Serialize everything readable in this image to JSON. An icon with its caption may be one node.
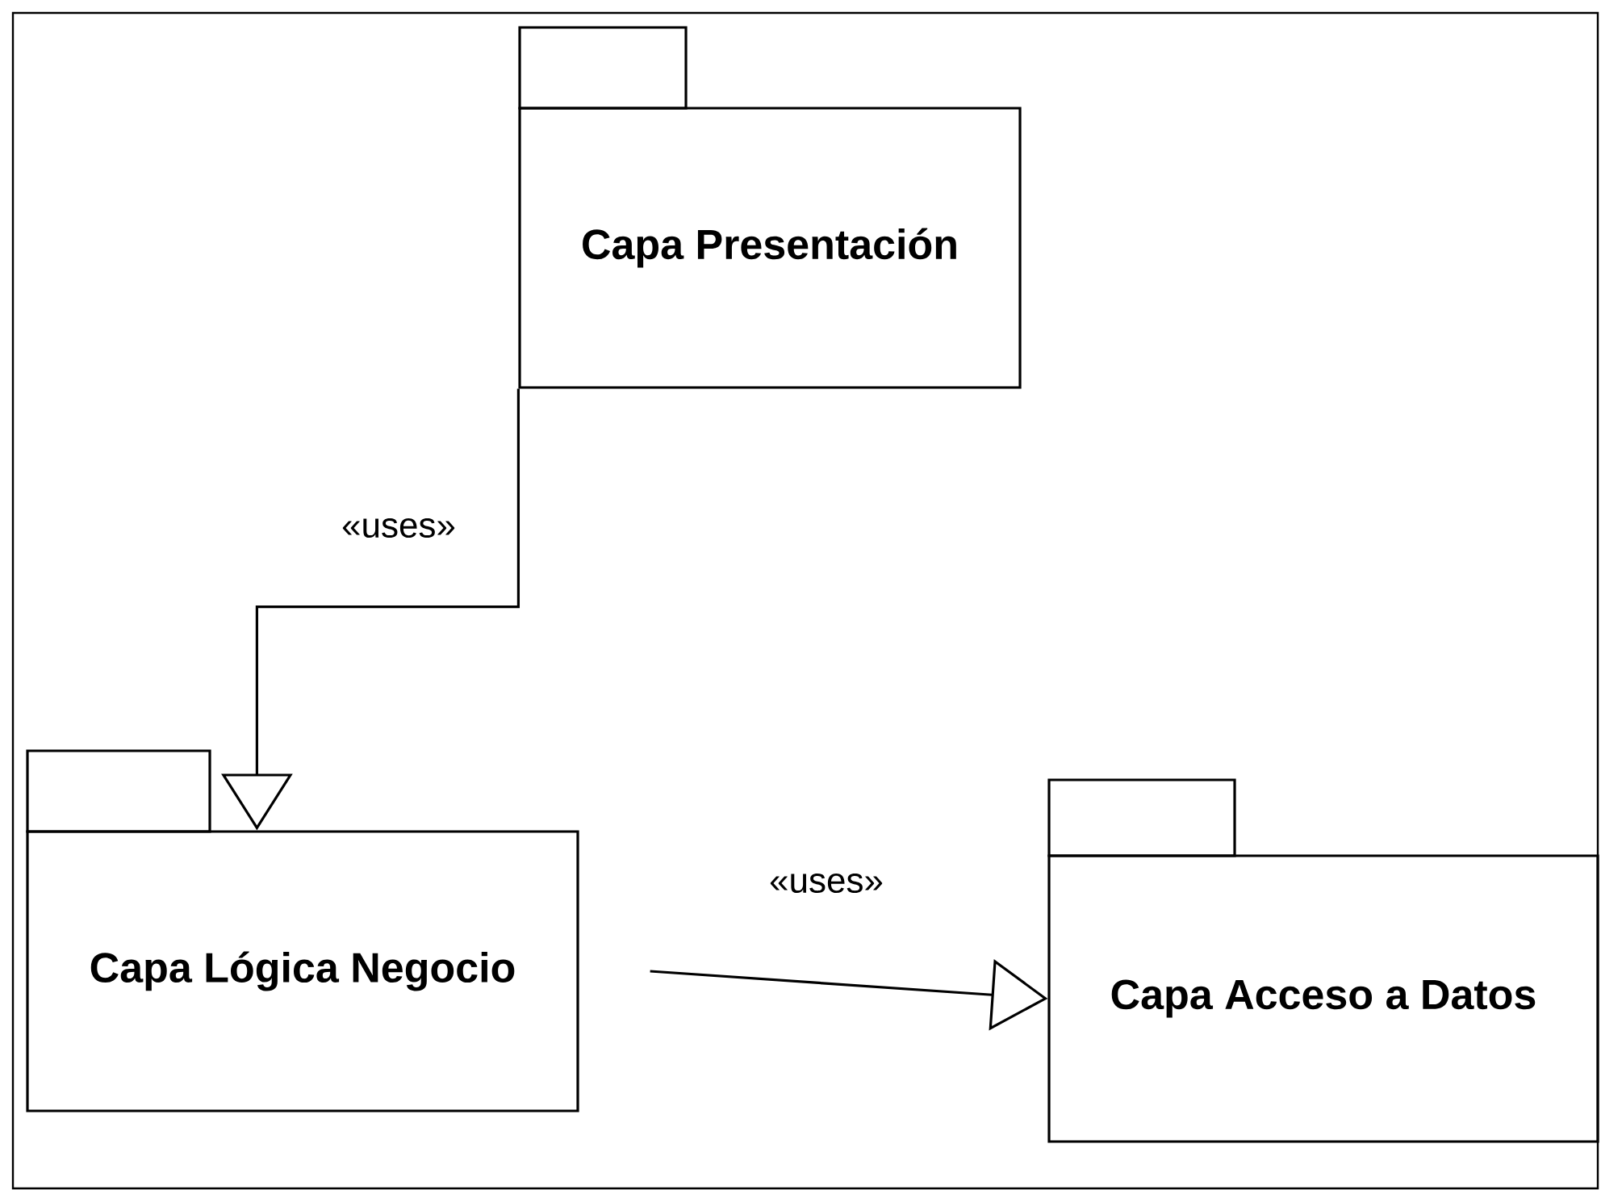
{
  "diagram": {
    "nodes": [
      {
        "text": [
          "Capa Presentación"
        ]
      },
      {
        "text": [
          "Capa Lógica Negocio"
        ]
      },
      {
        "text": [
          "Capa Acceso a Datos"
        ]
      }
    ],
    "edges": [
      {
        "from": 0,
        "to": 1,
        "arrow": "to",
        "label": "«uses»"
      },
      {
        "from": 1,
        "to": 2,
        "arrow": "to",
        "label": "«uses»"
      }
    ]
  }
}
